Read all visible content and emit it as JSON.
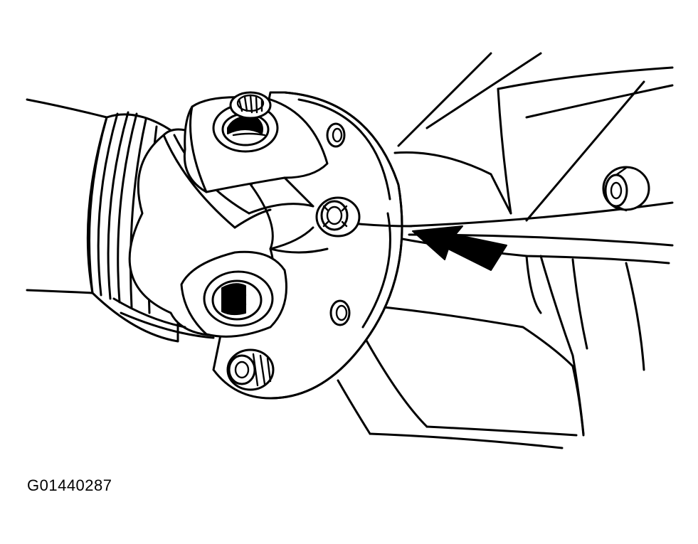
{
  "figure": {
    "id_label": "G01440287",
    "line_color": "#000000",
    "background_color": "#ffffff"
  },
  "components": [
    "driveshaft-tube",
    "universal-joint",
    "pinion-flange",
    "flange-bolts",
    "differential-housing",
    "indicator-arrow"
  ]
}
